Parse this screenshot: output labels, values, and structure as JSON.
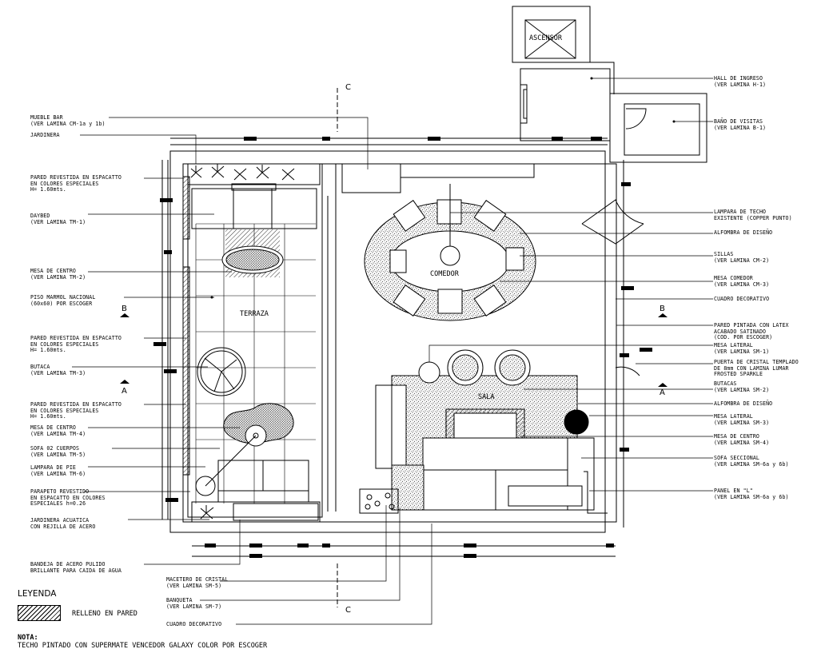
{
  "rooms": {
    "ascensor": "ASCENSOR",
    "comedor": "COMEDOR",
    "terraza": "TERRAZA",
    "sala": "SALA"
  },
  "sections": {
    "a": "A",
    "b": "B",
    "c": "C"
  },
  "labels_left": [
    {
      "id": "mueble-bar",
      "lines": [
        "MUEBLE BAR",
        "(VER LAMINA CM-1a y 1b)"
      ]
    },
    {
      "id": "jardinera",
      "lines": [
        "JARDINERA"
      ]
    },
    {
      "id": "pared-1",
      "lines": [
        "PARED REVESTIDA EN ESPACATTO",
        "EN COLORES ESPECIALES",
        "H= 1.60mts."
      ]
    },
    {
      "id": "daybed",
      "lines": [
        "DAYBED",
        "(VER LAMINA TM-1)"
      ]
    },
    {
      "id": "mesa-centro-1",
      "lines": [
        "MESA DE CENTRO",
        "(VER LAMINA TM-2)"
      ]
    },
    {
      "id": "piso",
      "lines": [
        "PISO MARMOL NACIONAL",
        "(60x60) POR ESCOGER"
      ]
    },
    {
      "id": "pared-2",
      "lines": [
        "PARED REVESTIDA EN ESPACATTO",
        "EN COLORES ESPECIALES",
        "H= 1.60mts."
      ]
    },
    {
      "id": "butaca",
      "lines": [
        "BUTACA",
        "(VER LAMINA TM-3)"
      ]
    },
    {
      "id": "pared-3",
      "lines": [
        "PARED REVESTIDA EN ESPACATTO",
        "EN COLORES ESPECIALES",
        "H= 1.60mts."
      ]
    },
    {
      "id": "mesa-centro-2",
      "lines": [
        "MESA DE CENTRO",
        "(VER LAMINA TM-4)"
      ]
    },
    {
      "id": "sofa-2",
      "lines": [
        "SOFA 02 CUERPOS",
        "(VER LAMINA TM-5)"
      ]
    },
    {
      "id": "lampara-pie",
      "lines": [
        "LAMPARA DE PIE",
        "(VER LAMINA TM-6)"
      ]
    },
    {
      "id": "parapeto",
      "lines": [
        "PARAPETO REVESTIDO",
        "EN ESPACATTO EN COLORES",
        "ESPECIALES h=0.26"
      ]
    },
    {
      "id": "jardinera-acuatica",
      "lines": [
        "JARDINERA ACUATICA",
        "CON REJILLA DE ACERO"
      ]
    },
    {
      "id": "bandeja",
      "lines": [
        "BANDEJA DE ACERO PULIDO",
        "BRILLANTE PARA CAIDA DE AGUA"
      ]
    }
  ],
  "labels_bottom": [
    {
      "id": "macetero",
      "lines": [
        "MACETERO DE CRISTAL",
        "(VER LAMINA SM-5)"
      ]
    },
    {
      "id": "banqueta",
      "lines": [
        "BANQUETA",
        "(VER LAMINA SM-7)"
      ]
    },
    {
      "id": "cuadro-bottom",
      "lines": [
        "CUADRO DECORATIVO"
      ]
    }
  ],
  "labels_right": [
    {
      "id": "hall",
      "lines": [
        "HALL DE INGRESO",
        "(VER LAMINA H-1)"
      ]
    },
    {
      "id": "bano",
      "lines": [
        "BAÑO DE VISITAS",
        "(VER LAMINA B-1)"
      ]
    },
    {
      "id": "lampara-techo",
      "lines": [
        "LAMPARA DE TECHO",
        "EXISTENTE (COPPER PUNTO)"
      ]
    },
    {
      "id": "alfombra-1",
      "lines": [
        "ALFOMBRA DE DISEÑO"
      ]
    },
    {
      "id": "sillas",
      "lines": [
        "SILLAS",
        "(VER LAMINA CM-2)"
      ]
    },
    {
      "id": "mesa-comedor",
      "lines": [
        "MESA COMEDOR",
        "(VER LAMINA CM-3)"
      ]
    },
    {
      "id": "cuadro",
      "lines": [
        "CUADRO DECORATIVO"
      ]
    },
    {
      "id": "pared-pintada",
      "lines": [
        "PARED PINTADA CON LATEX",
        "ACABADO SATINADO",
        "(COD. POR ESCOGER)"
      ]
    },
    {
      "id": "mesa-lateral-1",
      "lines": [
        "MESA LATERAL",
        "(VER LAMINA SM-1)"
      ]
    },
    {
      "id": "puerta",
      "lines": [
        "PUERTA DE CRISTAL TEMPLADO",
        "DE 8mm CON LAMINA LUMAR",
        "FROSTED SPARKLE"
      ]
    },
    {
      "id": "butacas",
      "lines": [
        "BUTACAS",
        "(VER LAMINA SM-2)"
      ]
    },
    {
      "id": "alfombra-2",
      "lines": [
        "ALFOMBRA DE DISEÑO"
      ]
    },
    {
      "id": "mesa-lateral-2",
      "lines": [
        "MESA LATERAL",
        "(VER LAMINA SM-3)"
      ]
    },
    {
      "id": "mesa-centro-3",
      "lines": [
        "MESA DE CENTRO",
        "(VER LAMINA SM-4)"
      ]
    },
    {
      "id": "sofa-seccional",
      "lines": [
        "SOFA SECCIONAL",
        "(VER LAMINA SM-6a y 6b)"
      ]
    },
    {
      "id": "panel",
      "lines": [
        "PANEL EN \"L\"",
        "(VER LAMINA SM-6a y 6b)"
      ]
    }
  ],
  "legend": {
    "title": "LEYENDA",
    "item": "RELLENO EN PARED"
  },
  "note": {
    "title": "NOTA:",
    "text": "TECHO PINTADO CON SUPERMATE VENCEDOR GALAXY COLOR POR ESCOGER"
  },
  "icons": [
    "section-marker-icon",
    "north-arrow-icon",
    "plant-icon"
  ],
  "colors": {
    "line": "#000000",
    "background": "#ffffff"
  }
}
